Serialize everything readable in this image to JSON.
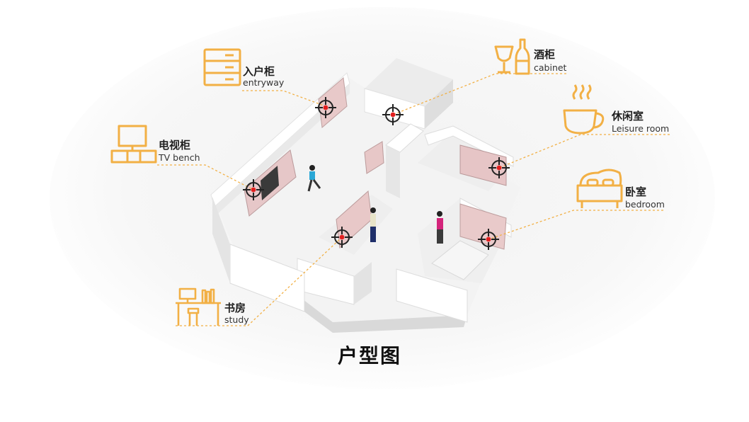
{
  "title": "户型图",
  "accent": "#f2b045",
  "labels": {
    "entryway": {
      "zh": "入户柜",
      "en": "entryway",
      "icon": "cabinet-drawers-icon"
    },
    "tv_bench": {
      "zh": "电视柜",
      "en": "TV bench",
      "icon": "tv-bench-icon"
    },
    "study": {
      "zh": "书房",
      "en": "study",
      "icon": "study-desk-icon"
    },
    "cabinet": {
      "zh": "酒柜",
      "en": "cabinet",
      "icon": "wine-glass-bottle-icon"
    },
    "leisure_room": {
      "zh": "休闲室",
      "en": "Leisure room",
      "icon": "coffee-cup-icon"
    },
    "bedroom": {
      "zh": "卧室",
      "en": "bedroom",
      "icon": "bed-icon"
    }
  }
}
